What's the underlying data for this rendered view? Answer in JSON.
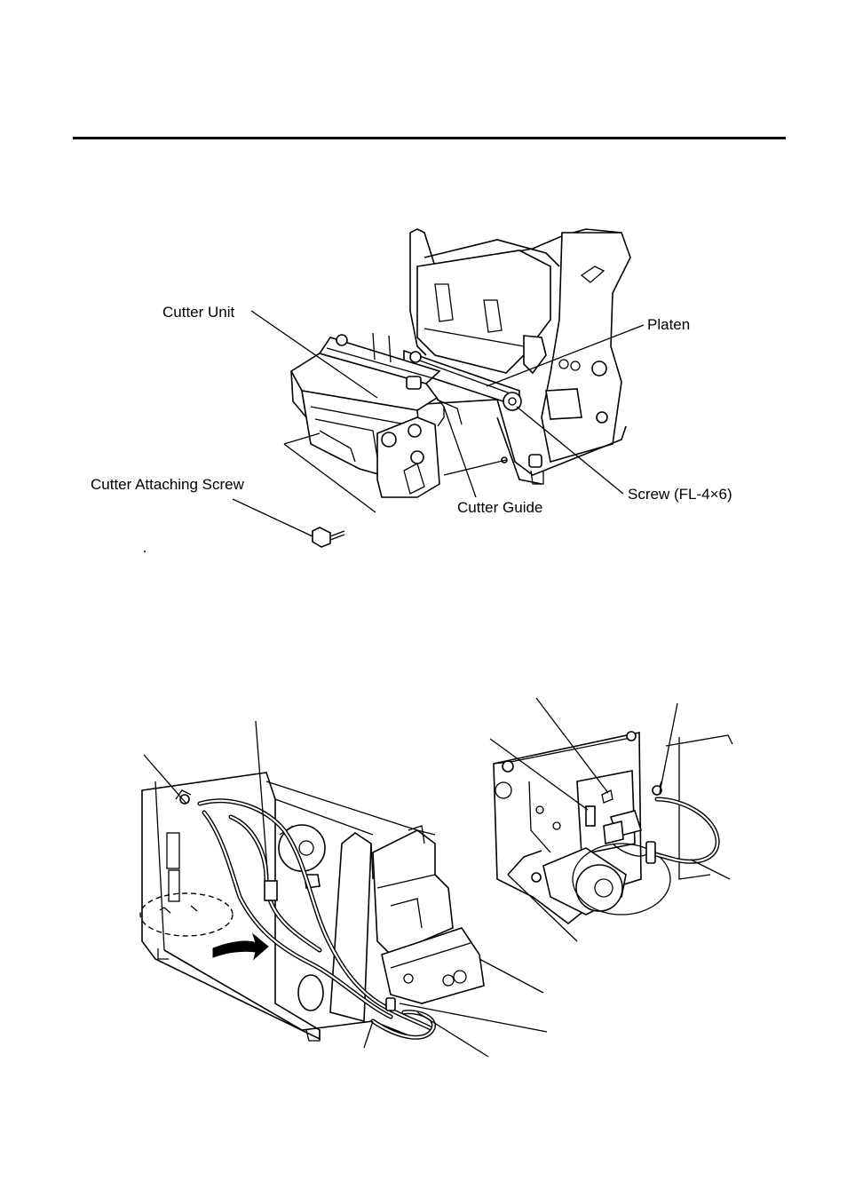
{
  "figure1": {
    "labels": {
      "cutter_unit": "Cutter Unit",
      "platen": "Platen",
      "cutter_attaching_screw": "Cutter Attaching Screw",
      "cutter_guide": "Cutter Guide",
      "screw": "Screw (FL-4×6)"
    }
  },
  "colors": {
    "ink": "#000000",
    "paper": "#ffffff"
  }
}
